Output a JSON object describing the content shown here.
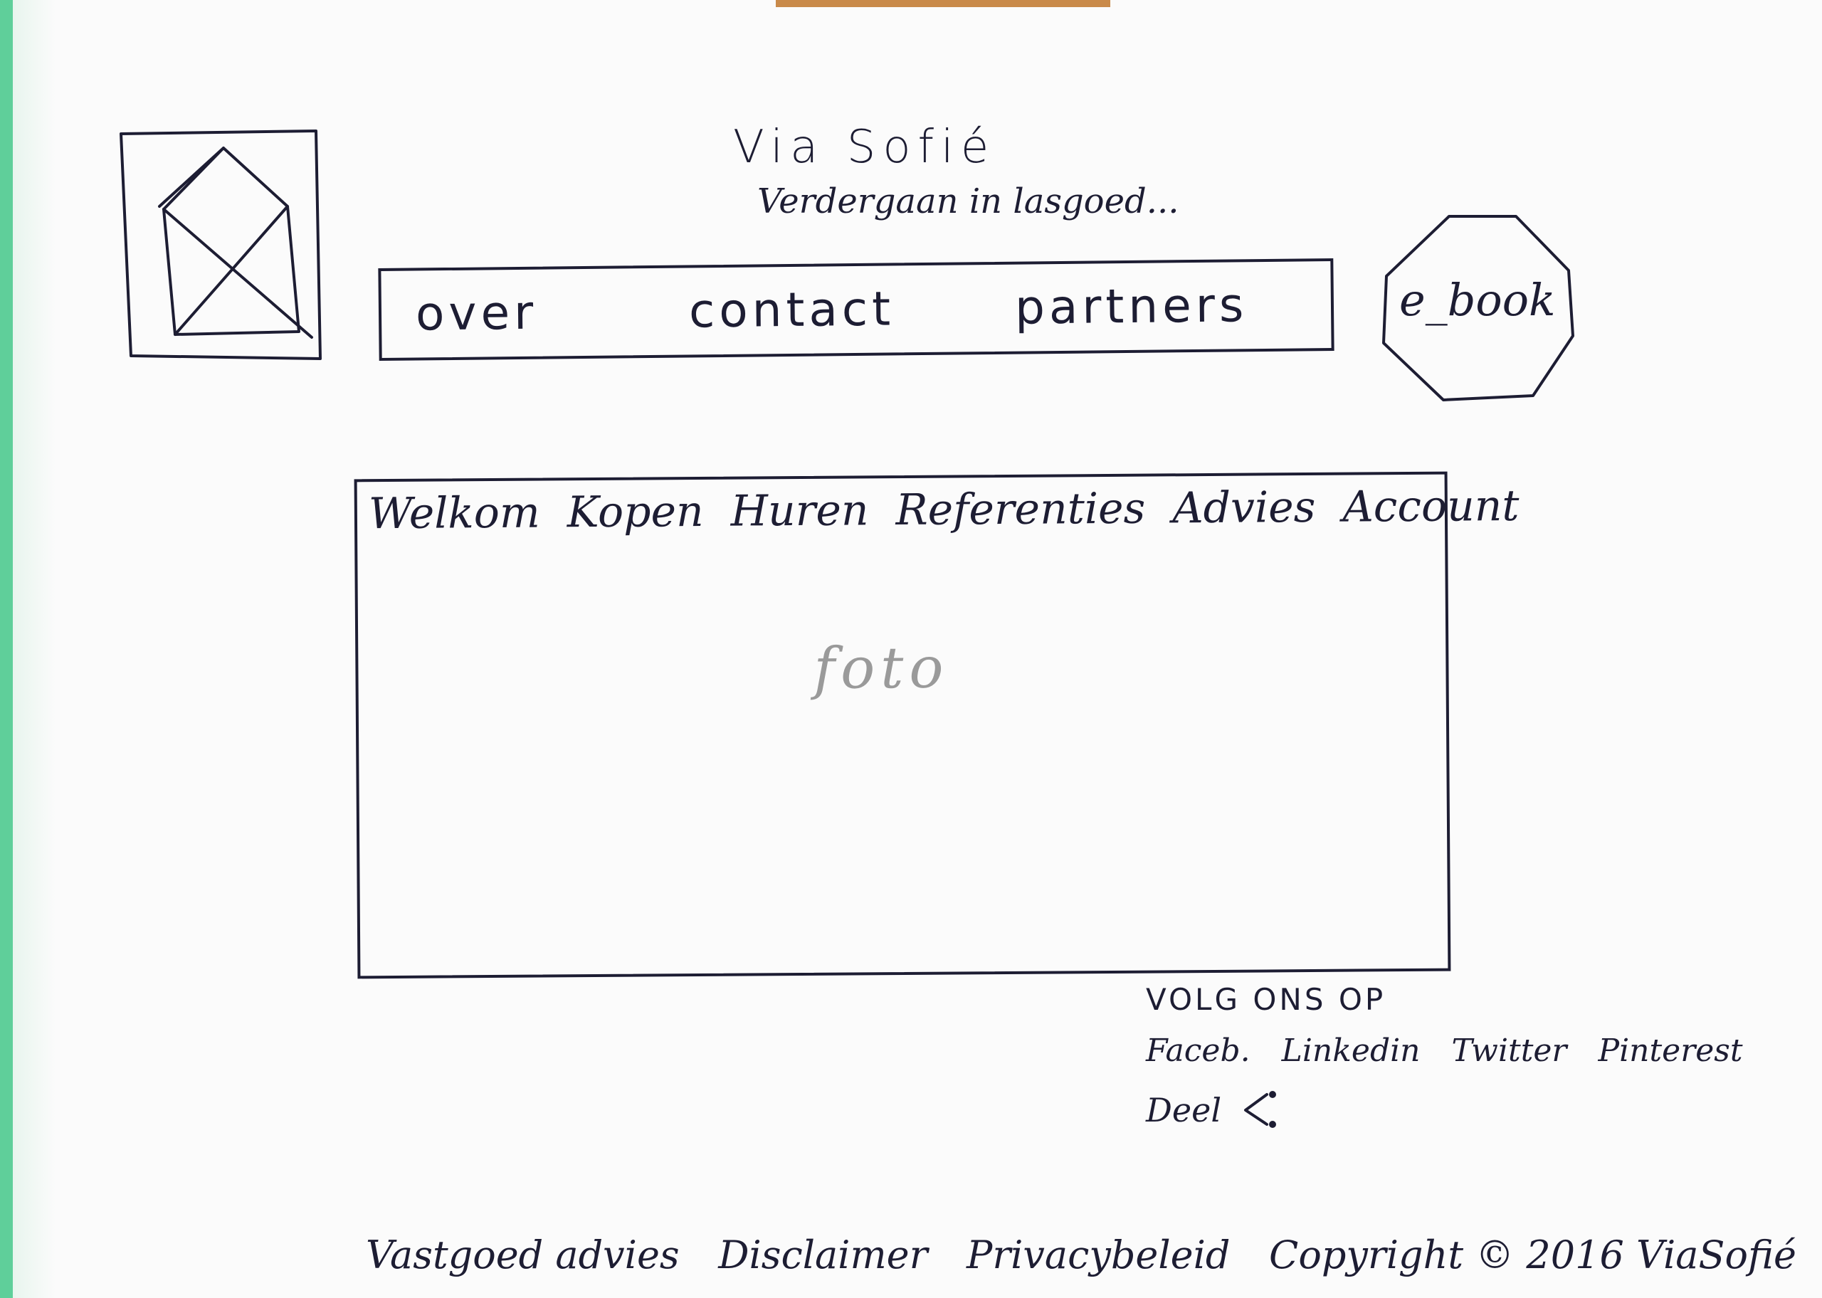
{
  "header": {
    "title": "Via Sofié",
    "tagline": "Verdergaan in lasgoed..."
  },
  "topnav": {
    "items": [
      "over",
      "contact",
      "partners"
    ]
  },
  "ebook": {
    "label": "e_book"
  },
  "main": {
    "tabs": [
      "Welkom",
      "Kopen",
      "Huren",
      "Referenties",
      "Advies",
      "Account"
    ],
    "photo_label": "foto"
  },
  "follow": {
    "heading": "VOLG ONS OP",
    "links": [
      "Faceb.",
      "Linkedin",
      "Twitter",
      "Pinterest"
    ],
    "share_label": "Deel",
    "share_icon": "share-icon"
  },
  "footer": {
    "links": [
      "Vastgoed advies",
      "Disclaimer",
      "Privacybeleid"
    ],
    "copyright": "Copyright © 2016 ViaSofié"
  },
  "icons": {
    "logo": "house-logo-icon"
  }
}
